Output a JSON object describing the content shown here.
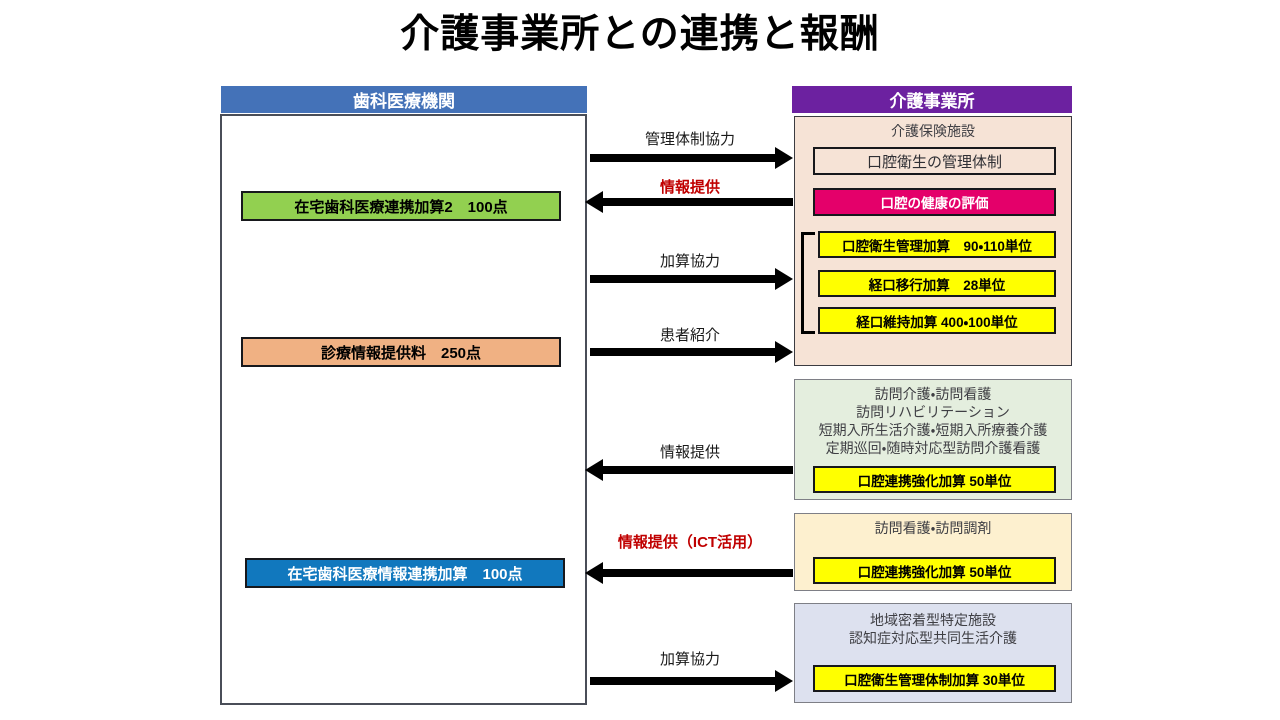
{
  "page": {
    "title": "介護事業所との連携と報酬"
  },
  "left_column": {
    "header": "歯科医療機関",
    "header_color": "#4472b8",
    "items": [
      {
        "label": "在宅歯科医療連携加算2　100点",
        "color": "#92d050"
      },
      {
        "label": "診療情報提供料　250点",
        "color": "#f0b183"
      },
      {
        "label": "在宅歯科医療情報連携加算　100点",
        "color": "#1178be"
      }
    ]
  },
  "right_column": {
    "header": "介護事業所",
    "header_color": "#6c21a0",
    "groups": [
      {
        "caption": "介護保険施設",
        "panel_color": "#f6e3d6",
        "boxes": [
          {
            "label": "口腔衛生の管理体制",
            "color": "transparent"
          },
          {
            "label": "口腔の健康の評価",
            "color": "#e4006a"
          },
          {
            "label": "口腔衛生管理加算　90・110単位",
            "color": "#ffff00"
          },
          {
            "label": "経口移行加算　28単位",
            "color": "#ffff00"
          },
          {
            "label": "経口維持加算 400・100単位",
            "color": "#ffff00"
          }
        ]
      },
      {
        "caption_lines": [
          "訪問介護・訪問看護",
          "訪問リハビリテーション",
          "短期入所生活介護・短期入所療養介護",
          "定期巡回・随時対応型訪問介護看護"
        ],
        "panel_color": "#e4eede",
        "boxes": [
          {
            "label": "口腔連携強化加算 50単位",
            "color": "#ffff00"
          }
        ]
      },
      {
        "caption": "訪問看護・訪問調剤",
        "panel_color": "#fdf0cf",
        "boxes": [
          {
            "label": "口腔連携強化加算 50単位",
            "color": "#ffff00"
          }
        ]
      },
      {
        "caption_lines": [
          "地域密着型特定施設",
          "認知症対応型共同生活介護"
        ],
        "panel_color": "#dde1ef",
        "boxes": [
          {
            "label": "口腔衛生管理体制加算 30単位",
            "color": "#ffff00"
          }
        ]
      }
    ]
  },
  "arrows": [
    {
      "label": "管理体制協力",
      "direction": "right",
      "emphasis": "black"
    },
    {
      "label": "情報提供",
      "direction": "left",
      "emphasis": "red"
    },
    {
      "label": "加算協力",
      "direction": "right",
      "emphasis": "black"
    },
    {
      "label": "患者紹介",
      "direction": "right",
      "emphasis": "black"
    },
    {
      "label": "情報提供",
      "direction": "left",
      "emphasis": "black"
    },
    {
      "label": "情報提供（ICT活用）",
      "direction": "left",
      "emphasis": "red"
    },
    {
      "label": "加算協力",
      "direction": "right",
      "emphasis": "black"
    }
  ]
}
